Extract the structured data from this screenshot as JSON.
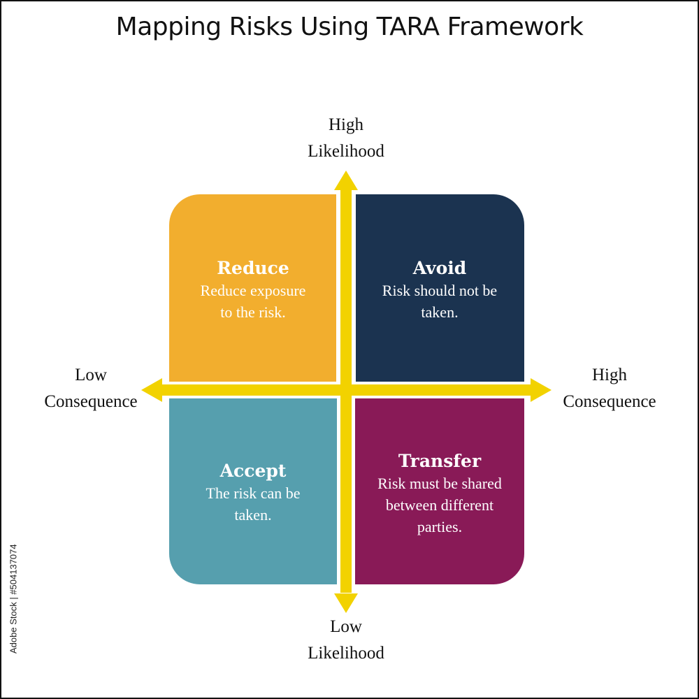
{
  "title": "Mapping Risks Using TARA Framework",
  "axes": {
    "top": [
      "High",
      "Likelihood"
    ],
    "bottom": [
      "Low",
      "Likelihood"
    ],
    "left": [
      "Low",
      "Consequence"
    ],
    "right": [
      "High",
      "Consequence"
    ]
  },
  "quadrants": {
    "reduce": {
      "title": "Reduce",
      "lines": [
        "Reduce exposure",
        "to the risk."
      ]
    },
    "avoid": {
      "title": "Avoid",
      "lines": [
        "Risk should not be",
        "taken."
      ]
    },
    "accept": {
      "title": "Accept",
      "lines": [
        "The risk can be",
        "taken."
      ]
    },
    "transfer": {
      "title": "Transfer",
      "lines": [
        "Risk must be shared",
        "between different",
        "parties."
      ]
    }
  },
  "watermark": "Adobe Stock | #504137074",
  "colors": {
    "reduce": "#f2ae2e",
    "avoid": "#1b3350",
    "accept": "#569fae",
    "transfer": "#891a57",
    "axis": "#f2d200"
  }
}
